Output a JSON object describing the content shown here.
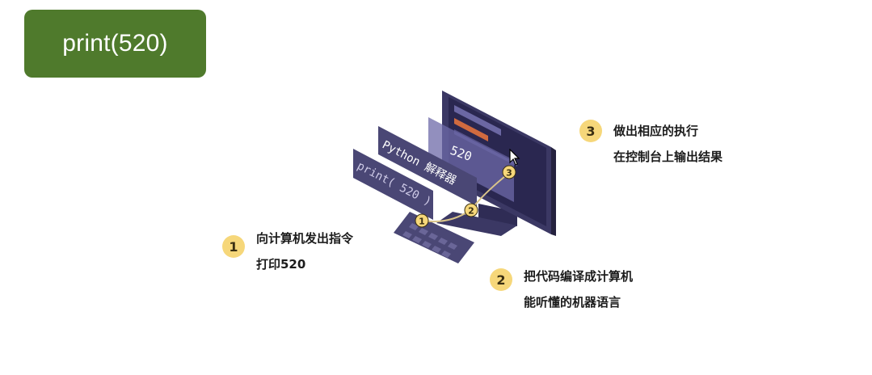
{
  "title": "print(520)",
  "illustration": {
    "code_panel": "print( 520 )",
    "interpreter_panel": "Python 解释器",
    "screen_output": "520",
    "markers": [
      "1",
      "2",
      "3"
    ],
    "colors": {
      "badge": "#4f7a2c",
      "panel": "#4a4775",
      "screen": "#2a2750",
      "monitor": "#3b3864",
      "marker": "#f6d77a",
      "code_number": "#e8825a"
    }
  },
  "steps": [
    {
      "number": "1",
      "line1": "向计算机发出指令",
      "line2": "打印520"
    },
    {
      "number": "2",
      "line1": "把代码编译成计算机",
      "line2": "能听懂的机器语言"
    },
    {
      "number": "3",
      "line1": "做出相应的执行",
      "line2": "在控制台上输出结果"
    }
  ]
}
